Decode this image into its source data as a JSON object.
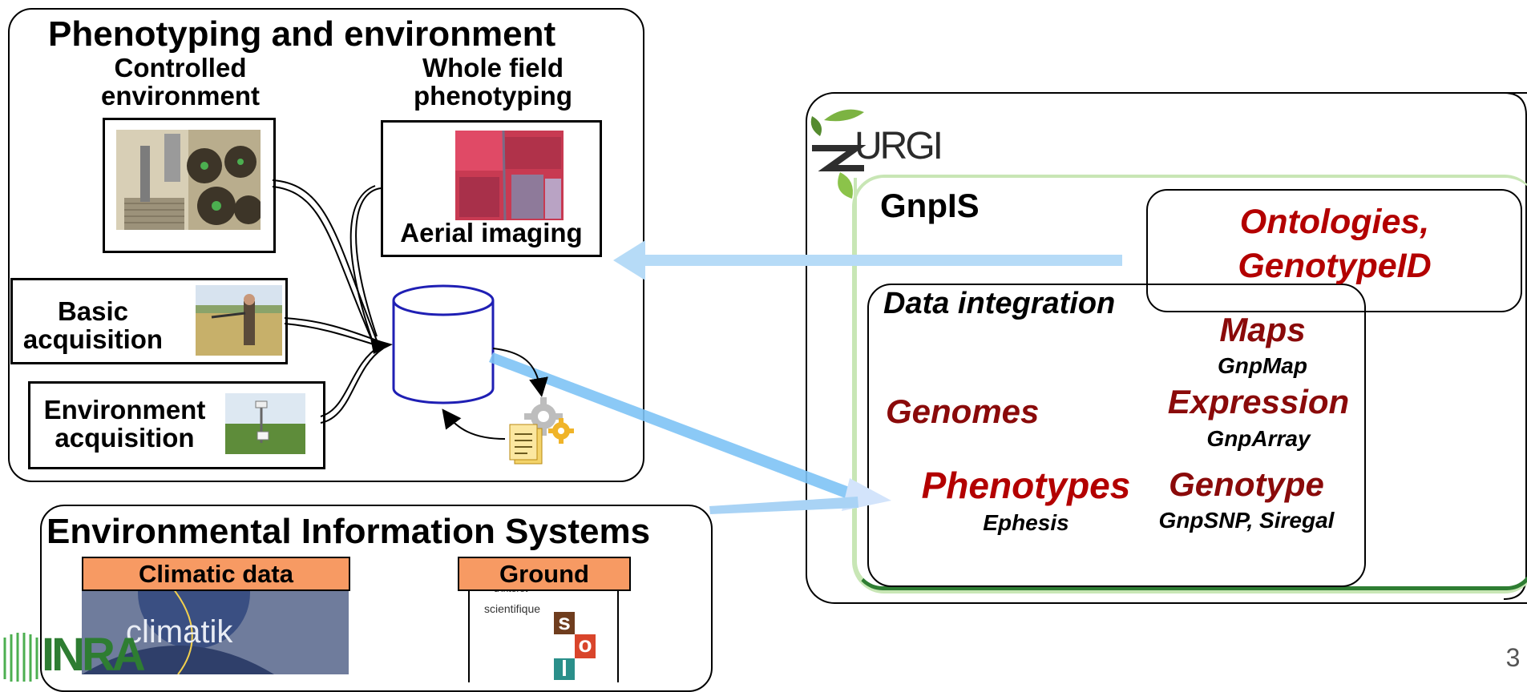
{
  "phenotyping": {
    "title": "Phenotyping and environment",
    "controlled_label": "Controlled environment",
    "field_label": "Whole field phenotyping",
    "aerial_label": "Aerial imaging",
    "basic_label": "Basic acquisition",
    "environment_label": "Environment acquisition"
  },
  "eis": {
    "title": "Environmental Information Systems",
    "climatic_label": "Climatic data",
    "climatik_text": "climatik",
    "ground_label": "Ground",
    "ground_snippet_1": "d'intérêt",
    "ground_snippet_2": "scientifique",
    "sol_letters": [
      "s",
      "o",
      "l"
    ]
  },
  "urgi": {
    "logo_text": "URGI",
    "gnpis_label": "GnpIS",
    "ontologies_line1": "Ontologies,",
    "ontologies_line2": "GenotypeID",
    "data_integration": "Data integration",
    "maps": "Maps",
    "gnpmap": "GnpMap",
    "genomes": "Genomes",
    "expression": "Expression",
    "gnparray": "GnpArray",
    "phenotypes": "Phenotypes",
    "ephesis": "Ephesis",
    "genotype": "Genotype",
    "gnpsnp": "GnpSNP, Siregal"
  },
  "footer": {
    "logo_text": "INRA",
    "page_number": "3"
  },
  "colors": {
    "dark_red": "#8a0a0a",
    "bright_red": "#b30000",
    "orange_label": "#f79a63",
    "light_blue_arrow": "#a9d3f5",
    "cylinder_blue": "#1f1fb4",
    "green_frame": "#2e7d32",
    "light_green_frame": "#c8e6b5"
  }
}
